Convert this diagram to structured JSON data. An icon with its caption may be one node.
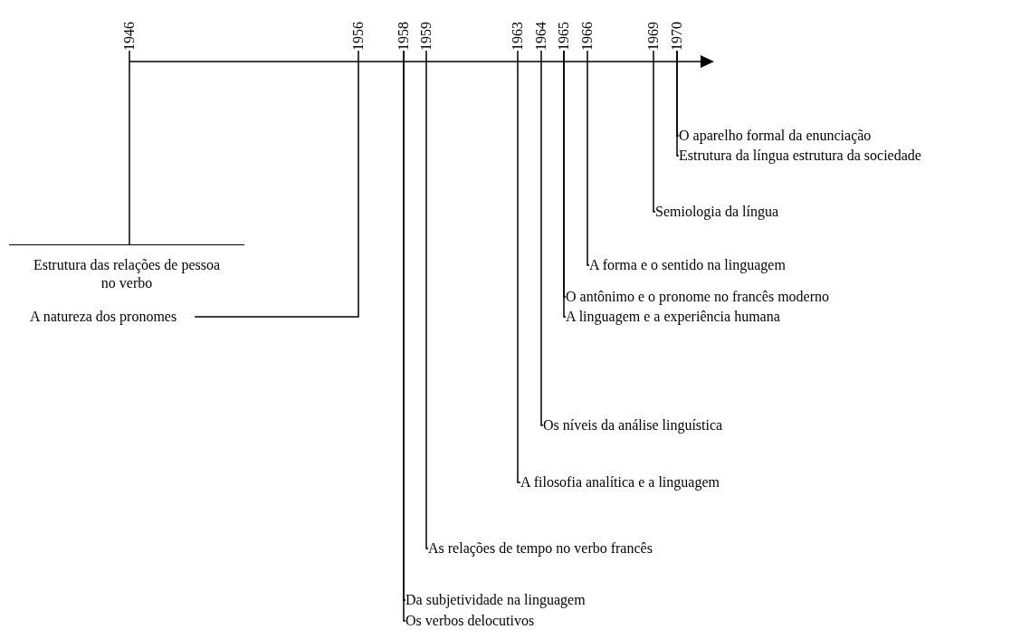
{
  "diagram": {
    "nodes": [
      {
        "text": [
          "1946"
        ]
      },
      {
        "text": [
          "1956"
        ]
      },
      {
        "text": [
          "1958"
        ]
      },
      {
        "text": [
          "1959"
        ]
      },
      {
        "text": [
          "1963"
        ]
      },
      {
        "text": [
          "1964"
        ]
      },
      {
        "text": [
          "1965"
        ]
      },
      {
        "text": [
          "1966"
        ]
      },
      {
        "text": [
          "1969"
        ]
      },
      {
        "text": [
          "1970"
        ]
      },
      {
        "text": [
          "Estrutura das relações de pessoa no verbo"
        ]
      },
      {
        "text": [
          "A natureza dos pronomes"
        ]
      },
      {
        "text": [
          "Da subjetividade na linguagem"
        ]
      },
      {
        "text": [
          "Os verbos delocutivos"
        ]
      },
      {
        "text": [
          "As relações de tempo no verbo francês"
        ]
      },
      {
        "text": [
          "A filosofia analítica e a linguagem"
        ]
      },
      {
        "text": [
          "Os níveis da análise linguística"
        ]
      },
      {
        "text": [
          "O antônimo e o pronome no francês moderno"
        ]
      },
      {
        "text": [
          "A linguagem e a experiência humana"
        ]
      },
      {
        "text": [
          "A forma e o sentido na linguagem"
        ]
      },
      {
        "text": [
          "Semiologia da língua"
        ]
      },
      {
        "text": [
          "O aparelho formal da enunciação"
        ]
      },
      {
        "text": [
          "Estrutura da língua estrutura da sociedade"
        ]
      }
    ],
    "edges": [
      {
        "from": 0,
        "to": 10,
        "arrow": "none"
      },
      {
        "from": 1,
        "to": 11,
        "arrow": "none"
      },
      {
        "from": 2,
        "to": 12,
        "arrow": "none"
      },
      {
        "from": 2,
        "to": 13,
        "arrow": "none"
      },
      {
        "from": 3,
        "to": 14,
        "arrow": "none"
      },
      {
        "from": 4,
        "to": 15,
        "arrow": "none"
      },
      {
        "from": 5,
        "to": 16,
        "arrow": "none"
      },
      {
        "from": 6,
        "to": 17,
        "arrow": "none"
      },
      {
        "from": 6,
        "to": 18,
        "arrow": "none"
      },
      {
        "from": 7,
        "to": 19,
        "arrow": "none"
      },
      {
        "from": 8,
        "to": 20,
        "arrow": "none"
      },
      {
        "from": 9,
        "to": 21,
        "arrow": "none"
      },
      {
        "from": 9,
        "to": 22,
        "arrow": "none"
      }
    ]
  }
}
